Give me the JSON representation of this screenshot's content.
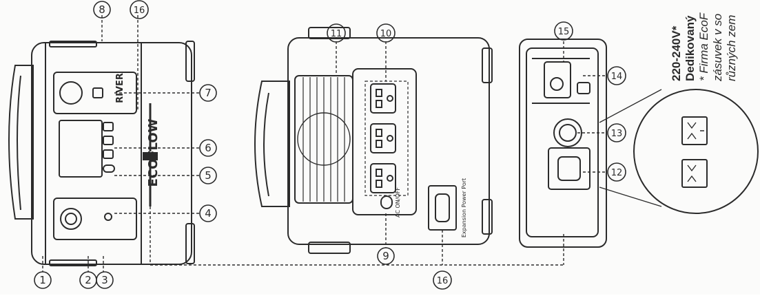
{
  "callouts": {
    "n1": "1",
    "n2": "2",
    "n3": "3",
    "n4": "4",
    "n5": "5",
    "n6": "6",
    "n7": "7",
    "n8": "8",
    "n9": "9",
    "n10": "10",
    "n11": "11",
    "n12": "12",
    "n13": "13",
    "n14": "14",
    "n15": "15",
    "n16_top": "16",
    "n16_bottom": "16"
  },
  "brand": {
    "logo": "ECOFLOW",
    "model": "RIVER"
  },
  "side_labels": {
    "ac_switch": "AC ON/OFF",
    "expansion_port": "Expansion Power Port"
  },
  "note": {
    "voltage": "220-240V*",
    "dedicated": "Dedikovaný",
    "line1": "* Firma EcoF",
    "line2": "zásuvek v so",
    "line3": "různých zem"
  }
}
